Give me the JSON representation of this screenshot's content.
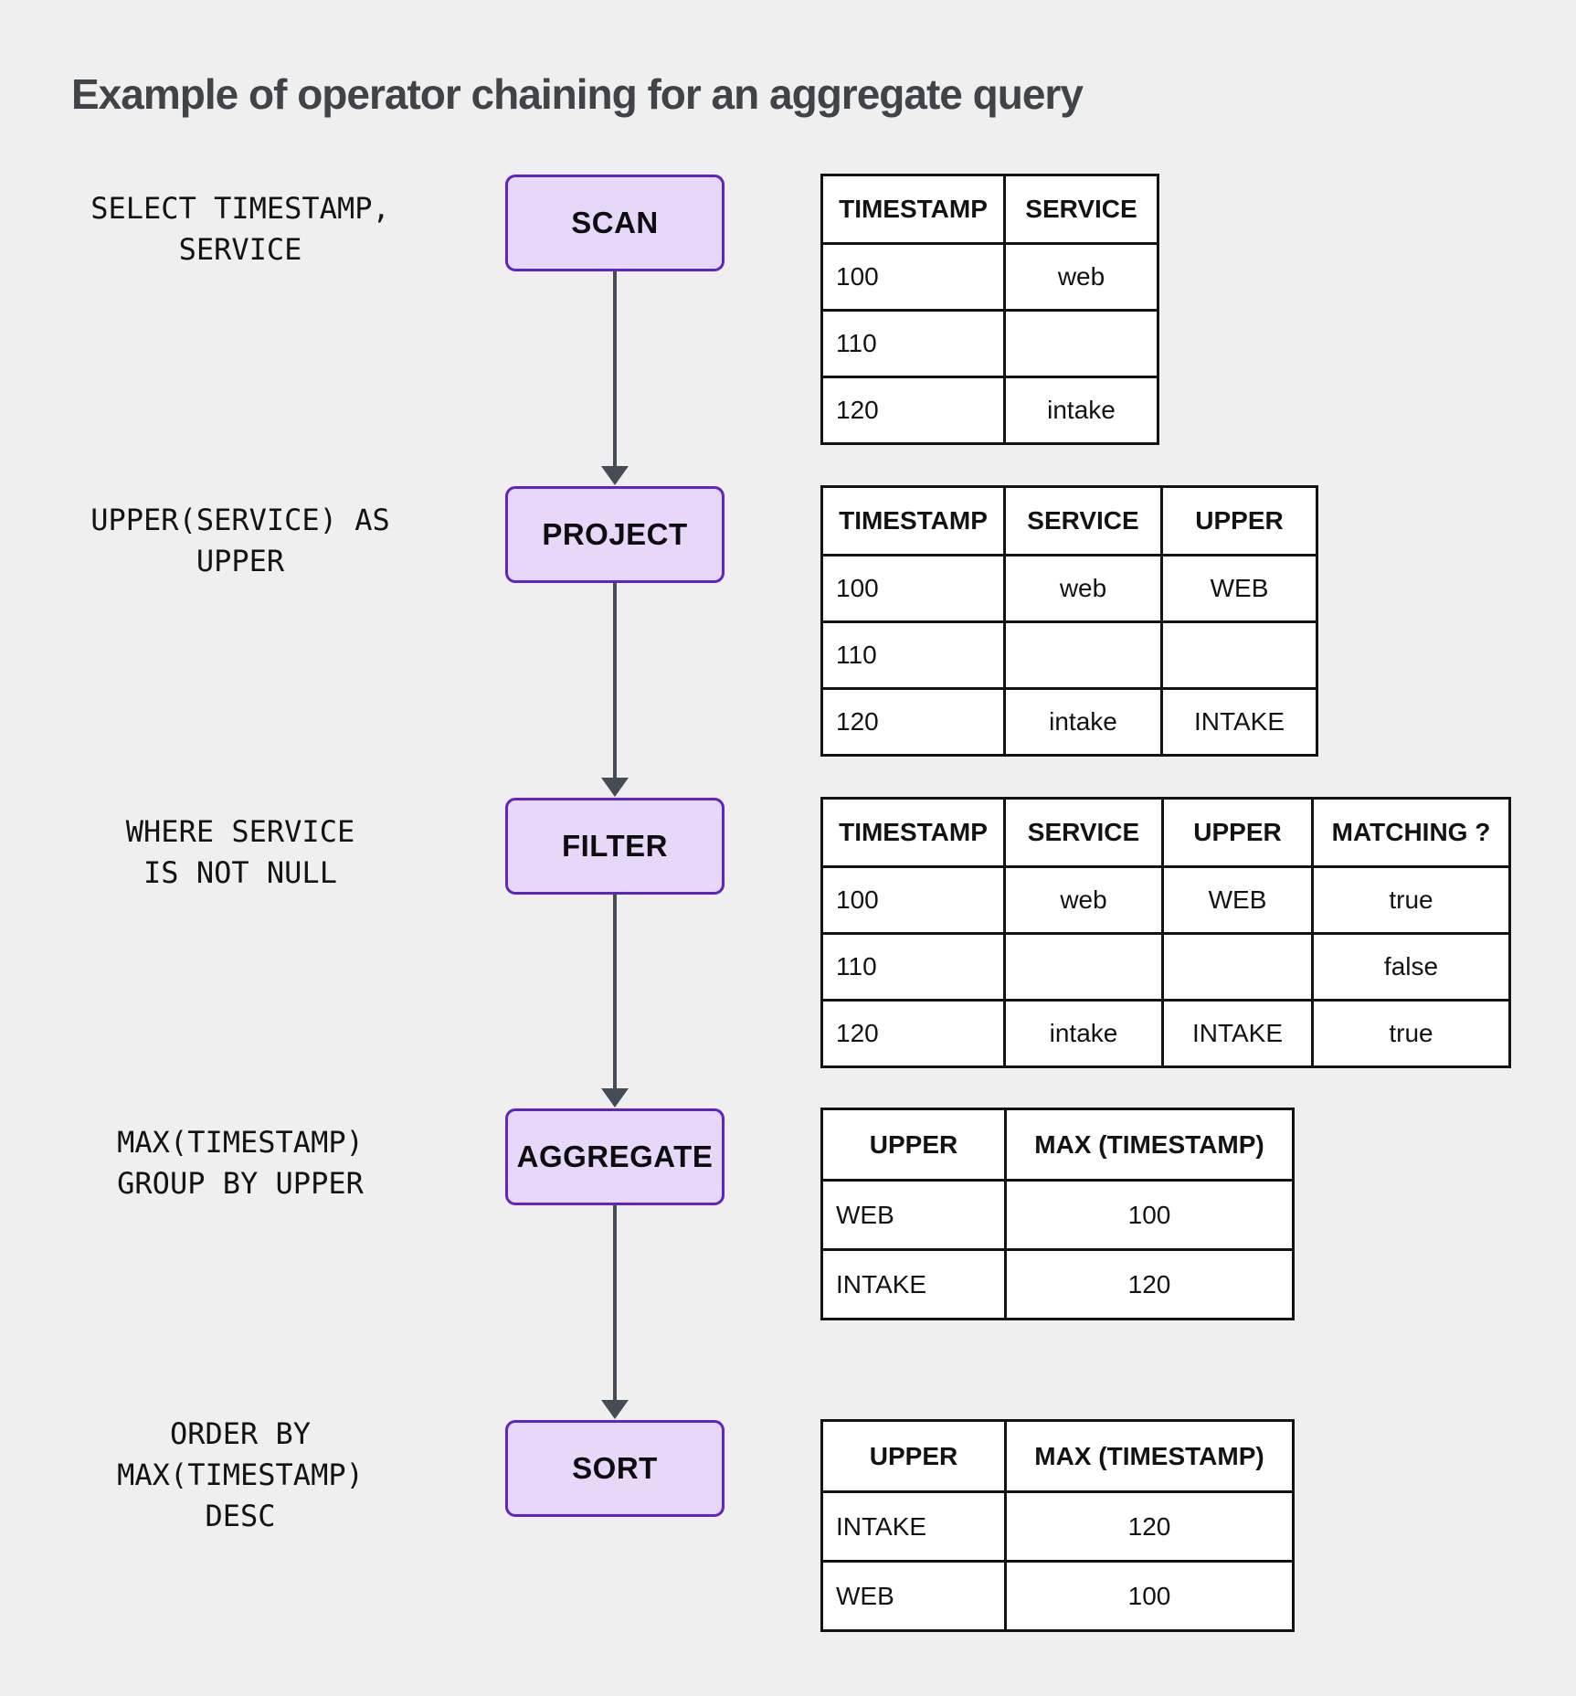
{
  "title": "Example of operator chaining for an aggregate query",
  "stages": [
    {
      "id": "scan",
      "label_lines": [
        "SELECT TIMESTAMP,",
        "SERVICE"
      ],
      "operator": "SCAN",
      "table": {
        "headers": [
          "TIMESTAMP",
          "SERVICE"
        ],
        "rows": [
          [
            "100",
            "web"
          ],
          [
            "110",
            ""
          ],
          [
            "120",
            "intake"
          ]
        ]
      }
    },
    {
      "id": "project",
      "label_lines": [
        "UPPER(SERVICE) AS",
        "UPPER"
      ],
      "operator": "PROJECT",
      "table": {
        "headers": [
          "TIMESTAMP",
          "SERVICE",
          "UPPER"
        ],
        "rows": [
          [
            "100",
            "web",
            "WEB"
          ],
          [
            "110",
            "",
            ""
          ],
          [
            "120",
            "intake",
            "INTAKE"
          ]
        ]
      }
    },
    {
      "id": "filter",
      "label_lines": [
        "WHERE SERVICE",
        "IS NOT NULL"
      ],
      "operator": "FILTER",
      "table": {
        "headers": [
          "TIMESTAMP",
          "SERVICE",
          "UPPER",
          "MATCHING ?"
        ],
        "rows": [
          [
            "100",
            "web",
            "WEB",
            "true"
          ],
          [
            "110",
            "",
            "",
            "false"
          ],
          [
            "120",
            "intake",
            "INTAKE",
            "true"
          ]
        ]
      }
    },
    {
      "id": "aggregate",
      "label_lines": [
        "MAX(TIMESTAMP)",
        "GROUP BY UPPER"
      ],
      "operator": "AGGREGATE",
      "table": {
        "headers": [
          "UPPER",
          "MAX (TIMESTAMP)"
        ],
        "rows": [
          [
            "WEB",
            "100"
          ],
          [
            "INTAKE",
            "120"
          ]
        ]
      }
    },
    {
      "id": "sort",
      "label_lines": [
        "ORDER BY",
        "MAX(TIMESTAMP)",
        "DESC"
      ],
      "operator": "SORT",
      "table": {
        "headers": [
          "UPPER",
          "MAX (TIMESTAMP)"
        ],
        "rows": [
          [
            "INTAKE",
            "120"
          ],
          [
            "WEB",
            "100"
          ]
        ]
      }
    }
  ],
  "colors": {
    "background": "#EFEFEF",
    "table_background": "#FFFFFF",
    "box_fill": "#E7D8FA",
    "box_border": "#6023C4",
    "arrow": "#454C55",
    "title_text": "#404448",
    "text": "#131313"
  }
}
